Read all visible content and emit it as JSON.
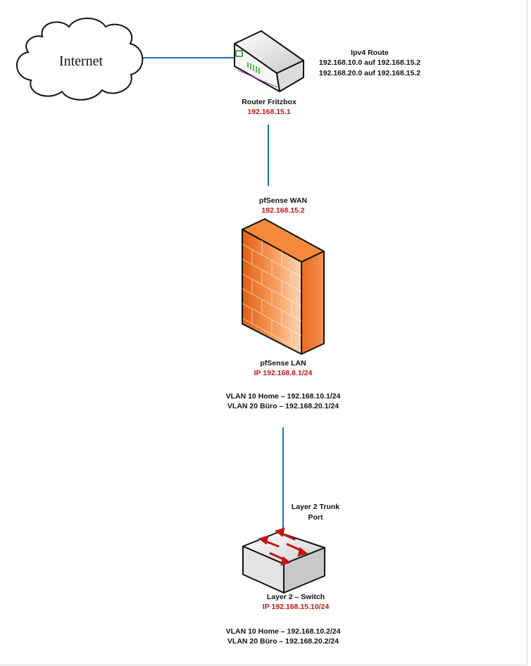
{
  "internet": {
    "label": "Internet"
  },
  "router": {
    "name": "Router Fritzbox",
    "ip": "192.168.15.1"
  },
  "route": {
    "title": "Ipv4 Route",
    "lines": [
      "192.168.10.0 auf 192.168.15.2",
      "192.168.20.0 auf 192.168.15.2"
    ]
  },
  "pfsense_wan": {
    "name": "pfSense WAN",
    "ip": "192.168.15.2"
  },
  "pfsense_lan": {
    "name": "pfSense LAN",
    "ip": "IP 192.168.8.1/24",
    "vlans": [
      "VLAN 10 Home – 192.168.10.1/24",
      "VLAN 20 Büro – 192.168.20.1/24"
    ]
  },
  "trunk": {
    "line1": "Layer 2 Trunk",
    "line2": "Port"
  },
  "switch": {
    "name": "Layer 2 – Switch",
    "ip": "IP 192.168.15.10/24",
    "vlans": [
      "VLAN 10 Home – 192.168.10.2/24",
      "VLAN 20 Büro – 192.168.20.2/24"
    ]
  },
  "colors": {
    "link": "#1f6fb0",
    "ip_red": "#c01818",
    "firewall": "#f07a2a",
    "switch_arrow": "#c41414"
  }
}
